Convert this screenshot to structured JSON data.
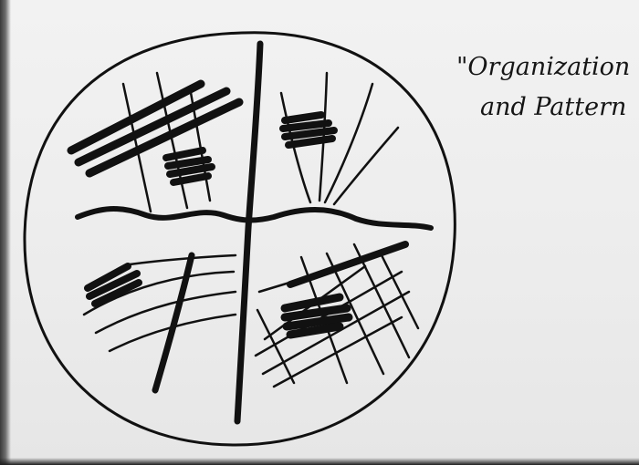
{
  "caption": {
    "line1": "\"Organization",
    "line2": "and Pattern"
  },
  "colors": {
    "paper": "#ececec",
    "ink": "#111111"
  },
  "icons": [
    "circle-outline",
    "marker-strokes"
  ]
}
